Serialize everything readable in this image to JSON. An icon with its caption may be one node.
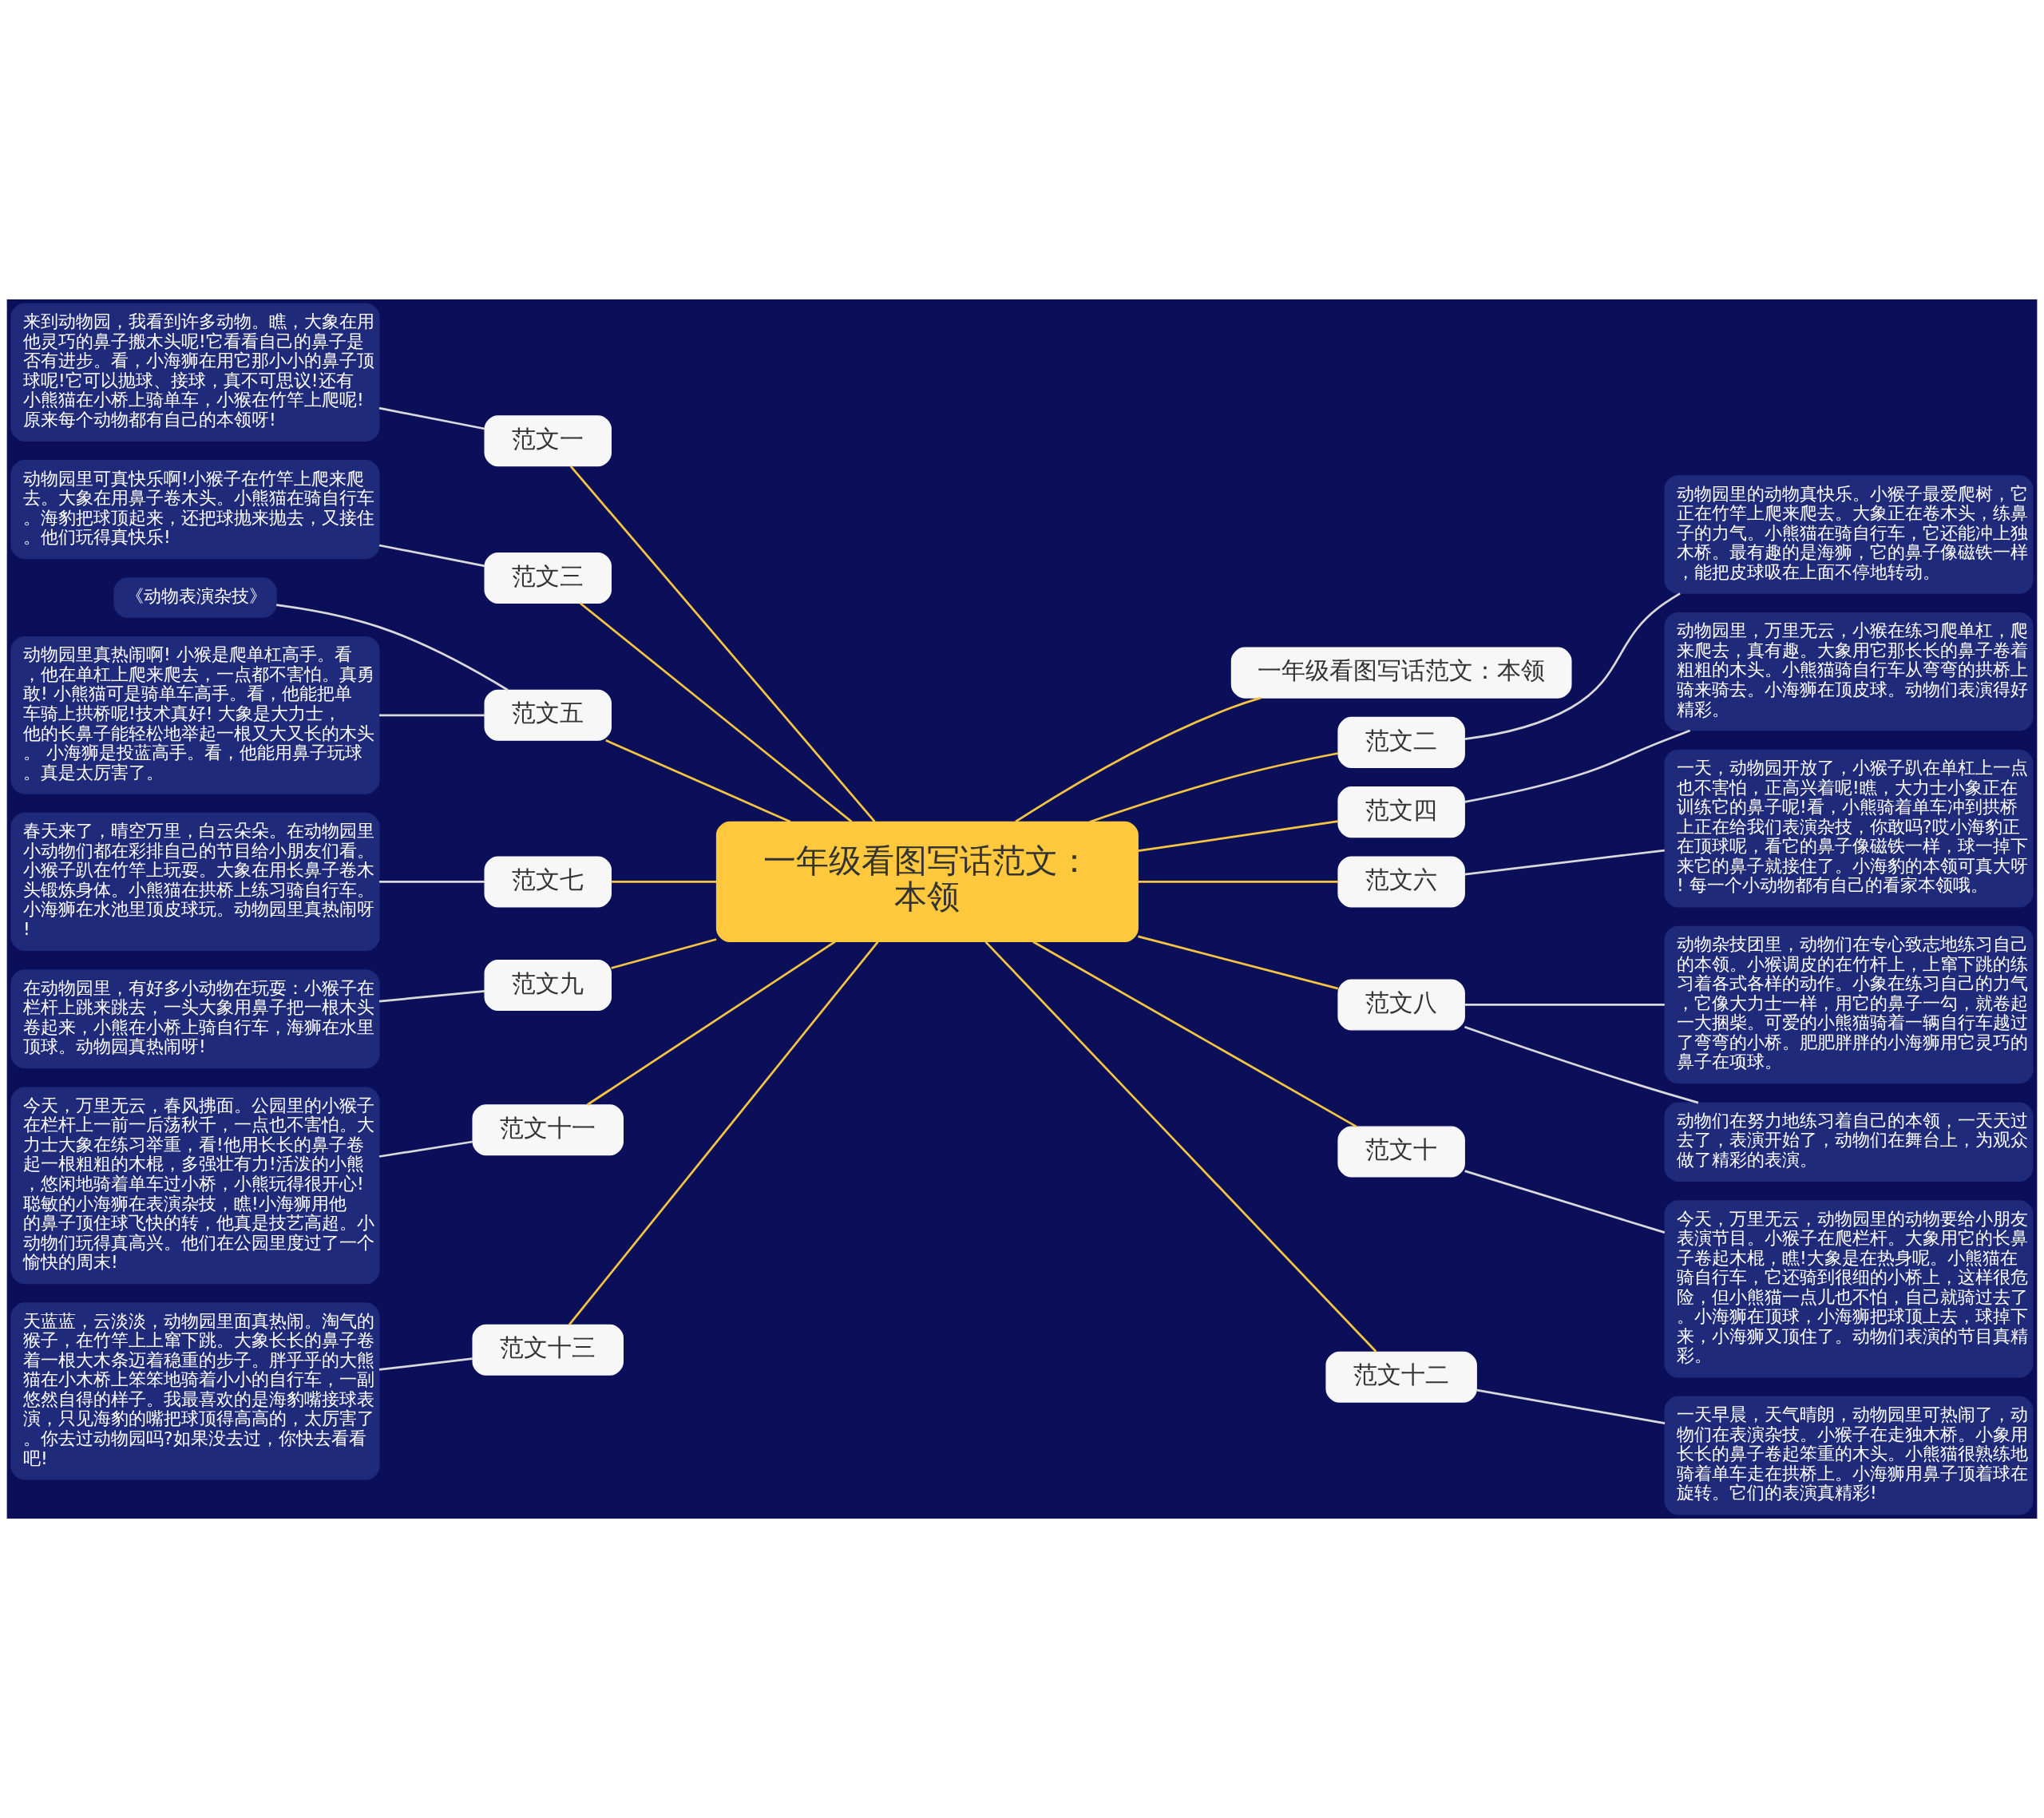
{
  "diagram": {
    "nodes": [
      {
        "text": [
          "一年级看图写话范文：本领"
        ]
      },
      {
        "text": [
          "范文一"
        ]
      },
      {
        "text": [
          "来到动物园，我看到许多动物。瞧，大象在用他灵巧的鼻子搬木头呢!它看看自己的鼻子是否有进步。看，小海狮在用它那小小的鼻子顶球呢!它可以抛球、接球，真不可思议!还有小熊猫在小桥上骑单车，小猴在竹竿上爬呢!原来每个动物都有自己的本领呀!"
        ]
      },
      {
        "text": [
          "范文三"
        ]
      },
      {
        "text": [
          "动物园里可真快乐啊!小猴子在竹竿上爬来爬去。大象在用鼻子卷木头。小熊猫在骑自行车。海豹把球顶起来，还把球抛来抛去，又接住。他们玩得真快乐!"
        ]
      },
      {
        "text": [
          "范文五"
        ]
      },
      {
        "text": [
          "《动物表演杂技》"
        ]
      },
      {
        "text": [
          "动物园里真热闹啊! 小猴是爬单杠高手。看，他在单杠上爬来爬去，一点都不害怕。真勇敢! 小熊猫可是骑单车高手。看，他能把单车骑上拱桥呢!技术真好! 大象是大力士，他的长鼻子能轻松地举起一根又大又长的木头。 小海狮是投蓝高手。看，他能用鼻子玩球。真是太厉害了。"
        ]
      },
      {
        "text": [
          "范文七"
        ]
      },
      {
        "text": [
          "春天来了，晴空万里，白云朵朵。在动物园里小动物们都在彩排自己的节目给小朋友们看。小猴子趴在竹竿上玩耍。大象在用长鼻子卷木头锻炼身体。小熊猫在拱桥上练习骑自行车。小海狮在水池里顶皮球玩。动物园里真热闹呀!"
        ]
      },
      {
        "text": [
          "范文九"
        ]
      },
      {
        "text": [
          "在动物园里，有好多小动物在玩耍：小猴子在栏杆上跳来跳去，一头大象用鼻子把一根木头卷起来，小熊在小桥上骑自行车，海狮在水里顶球。动物园真热闹呀!"
        ]
      },
      {
        "text": [
          "范文十一"
        ]
      },
      {
        "text": [
          "今天，万里无云，春风拂面。公园里的小猴子在栏杆上一前一后荡秋千，一点也不害怕。大力士大象在练习举重，看!他用长长的鼻子卷起一根粗粗的木棍，多强壮有力!活泼的小熊，悠闲地骑着单车过小桥，小熊玩得很开心! 聪敏的小海狮在表演杂技，瞧!小海狮用他的鼻子顶住球飞快的转，他真是技艺高超。小动物们玩得真高兴。他们在公园里度过了一个愉快的周末!"
        ]
      },
      {
        "text": [
          "范文十三"
        ]
      },
      {
        "text": [
          "天蓝蓝，云淡淡，动物园里面真热闹。淘气的猴子，在竹竿上上窜下跳。大象长长的鼻子卷着一根大木条迈着稳重的步子。胖乎乎的大熊猫在小木桥上笨笨地骑着小小的自行车，一副悠然自得的样子。我最喜欢的是海豹嘴接球表演，只见海豹的嘴把球顶得高高的，太厉害了。你去过动物园吗?如果没去过，你快去看看吧!"
        ]
      },
      {
        "text": [
          "一年级看图写话范文：本领"
        ]
      },
      {
        "text": [
          "范文二"
        ]
      },
      {
        "text": [
          "动物园里的动物真快乐。小猴子最爱爬树，它正在竹竿上爬来爬去。大象正在卷木头，练鼻子的力气。小熊猫在骑自行车，它还能冲上独木桥。最有趣的是海狮，它的鼻子像磁铁一样，能把皮球吸在上面不停地转动。"
        ]
      },
      {
        "text": [
          "范文四"
        ]
      },
      {
        "text": [
          "动物园里，万里无云，小猴在练习爬单杠，爬来爬去，真有趣。大象用它那长长的鼻子卷着粗粗的木头。小熊猫骑自行车从弯弯的拱桥上骑来骑去。小海狮在顶皮球。动物们表演得好精彩。"
        ]
      },
      {
        "text": [
          "范文六"
        ]
      },
      {
        "text": [
          "一天，动物园开放了，小猴子趴在单杠上一点也不害怕，正高兴着呢!瞧，大力士小象正在训练它的鼻子呢!看，小熊骑着单车冲到拱桥上正在给我们表演杂技，你敢吗?哎小海豹正在顶球呢，看它的鼻子像磁铁一样，球一掉下来它的鼻子就接住了。小海豹的本领可真大呀! 每一个小动物都有自己的看家本领哦。"
        ]
      },
      {
        "text": [
          "范文八"
        ]
      },
      {
        "text": [
          "动物杂技团里，动物们在专心致志地练习自己的本领。小猴调皮的在竹杆上，上窜下跳的练习着各式各样的动作。小象在练习自己的力气，它像大力士一样，用它的鼻子一勾，就卷起一大捆柴。可爱的小熊猫骑着一辆自行车越过了弯弯的小桥。肥肥胖胖的小海狮用它灵巧的鼻子在项球。"
        ]
      },
      {
        "text": [
          "动物们在努力地练习着自己的本领，一天天过去了，表演开始了，动物们在舞台上，为观众做了精彩的表演。"
        ]
      },
      {
        "text": [
          "范文十"
        ]
      },
      {
        "text": [
          "今天，万里无云，动物园里的动物要给小朋友表演节目。小猴子在爬栏杆。大象用它的长鼻子卷起木棍，瞧!大象是在热身呢。小熊猫在骑自行车，它还骑到很细的小桥上，这样很危险，但小熊猫一点儿也不怕，自己就骑过去了。小海狮在顶球，小海狮把球顶上去，球掉下来，小海狮又顶住了。动物们表演的节目真精彩。"
        ]
      },
      {
        "text": [
          "范文十二"
        ]
      },
      {
        "text": [
          "一天早晨，天气晴朗，动物园里可热闹了，动物们在表演杂技。小猴子在走独木桥。小象用长长的鼻子卷起笨重的木头。小熊猫很熟练地骑着单车走在拱桥上。小海狮用鼻子顶着球在旋转。它们的表演真精彩!"
        ]
      }
    ],
    "edges": [
      {
        "from": 0,
        "to": 1,
        "arrow": "none",
        "color": "#f5c542"
      },
      {
        "from": 1,
        "to": 2,
        "arrow": "none"
      },
      {
        "from": 0,
        "to": 3,
        "arrow": "none",
        "color": "#f5c542"
      },
      {
        "from": 3,
        "to": 4,
        "arrow": "none"
      },
      {
        "from": 0,
        "to": 5,
        "arrow": "none",
        "color": "#f5c542"
      },
      {
        "from": 5,
        "to": 6,
        "arrow": "none"
      },
      {
        "from": 5,
        "to": 7,
        "arrow": "none"
      },
      {
        "from": 0,
        "to": 8,
        "arrow": "none",
        "color": "#f5c542"
      },
      {
        "from": 8,
        "to": 9,
        "arrow": "none"
      },
      {
        "from": 0,
        "to": 10,
        "arrow": "none",
        "color": "#f5c542"
      },
      {
        "from": 10,
        "to": 11,
        "arrow": "none"
      },
      {
        "from": 0,
        "to": 12,
        "arrow": "none",
        "color": "#f5c542"
      },
      {
        "from": 12,
        "to": 13,
        "arrow": "none"
      },
      {
        "from": 0,
        "to": 14,
        "arrow": "none",
        "color": "#f5c542"
      },
      {
        "from": 14,
        "to": 15,
        "arrow": "none"
      },
      {
        "from": 0,
        "to": 16,
        "arrow": "none",
        "color": "#f5c542"
      },
      {
        "from": 0,
        "to": 17,
        "arrow": "none",
        "color": "#f5c542"
      },
      {
        "from": 17,
        "to": 18,
        "arrow": "none"
      },
      {
        "from": 0,
        "to": 19,
        "arrow": "none",
        "color": "#f5c542"
      },
      {
        "from": 19,
        "to": 20,
        "arrow": "none"
      },
      {
        "from": 0,
        "to": 21,
        "arrow": "none",
        "color": "#f5c542"
      },
      {
        "from": 21,
        "to": 22,
        "arrow": "none"
      },
      {
        "from": 0,
        "to": 23,
        "arrow": "none",
        "color": "#f5c542"
      },
      {
        "from": 23,
        "to": 24,
        "arrow": "none"
      },
      {
        "from": 23,
        "to": 25,
        "arrow": "none"
      },
      {
        "from": 0,
        "to": 26,
        "arrow": "none",
        "color": "#f5c542"
      },
      {
        "from": 26,
        "to": 27,
        "arrow": "none"
      },
      {
        "from": 0,
        "to": 28,
        "arrow": "none",
        "color": "#f5c542"
      },
      {
        "from": 28,
        "to": 29,
        "arrow": "none"
      }
    ]
  }
}
